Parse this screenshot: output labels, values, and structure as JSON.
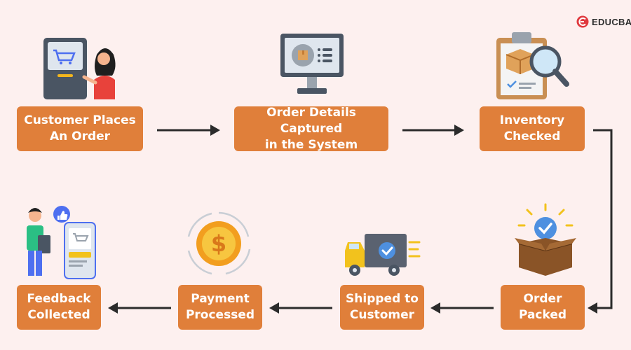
{
  "brand": {
    "name": "EDUCBA",
    "logo_icon": "educba-logo-icon",
    "accent": "#e0393e"
  },
  "colors": {
    "box": "#e07f3a",
    "background": "#fdf0ef",
    "arrow": "#2b2b2b"
  },
  "steps": [
    {
      "label": "Customer Places\nAn Order",
      "icon": "kiosk-customer-icon"
    },
    {
      "label": "Order Details Captured\nin the System",
      "icon": "computer-monitor-icon"
    },
    {
      "label": "Inventory\nChecked",
      "icon": "clipboard-magnifier-icon"
    },
    {
      "label": "Order\nPacked",
      "icon": "packed-box-check-icon"
    },
    {
      "label": "Shipped to\nCustomer",
      "icon": "delivery-truck-icon"
    },
    {
      "label": "Payment\nProcessed",
      "icon": "dollar-coin-icon"
    },
    {
      "label": "Feedback\nCollected",
      "icon": "feedback-phone-icon"
    }
  ]
}
